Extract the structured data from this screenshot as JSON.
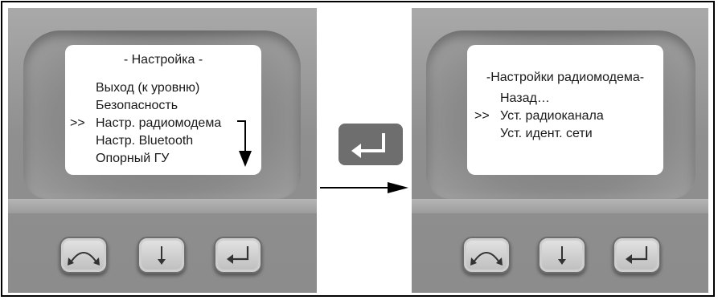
{
  "left_screen": {
    "title": "- Настройка -",
    "items": [
      {
        "marker": "",
        "label": "Выход (к уровню)"
      },
      {
        "marker": "",
        "label": "Безопасность"
      },
      {
        "marker": ">>",
        "label": "Настр. радиомодема"
      },
      {
        "marker": "",
        "label": "Настр. Bluetooth"
      },
      {
        "marker": "",
        "label": "Опорный ГУ"
      }
    ],
    "scroll_indicator": "down-arrow-icon"
  },
  "right_screen": {
    "title": "-Настройки радиомодема-",
    "items": [
      {
        "marker": "",
        "label": "Назад…"
      },
      {
        "marker": ">>",
        "label": "Уст. радиоканала"
      },
      {
        "marker": "",
        "label": "Уст. идент. сети"
      }
    ]
  },
  "buttons": [
    {
      "name": "function-key",
      "icon": "curved-arrows-icon"
    },
    {
      "name": "scroll-key",
      "icon": "down-arrow-icon"
    },
    {
      "name": "enter-key",
      "icon": "enter-arrow-icon"
    }
  ],
  "transition": {
    "icon": "enter-arrow-icon",
    "arrow": "right-arrow-icon"
  },
  "colors": {
    "device": "#8f8f8f",
    "screen": "#ffffff",
    "key_face": "#d0d0d0",
    "enter_badge": "#6e6e6e"
  }
}
